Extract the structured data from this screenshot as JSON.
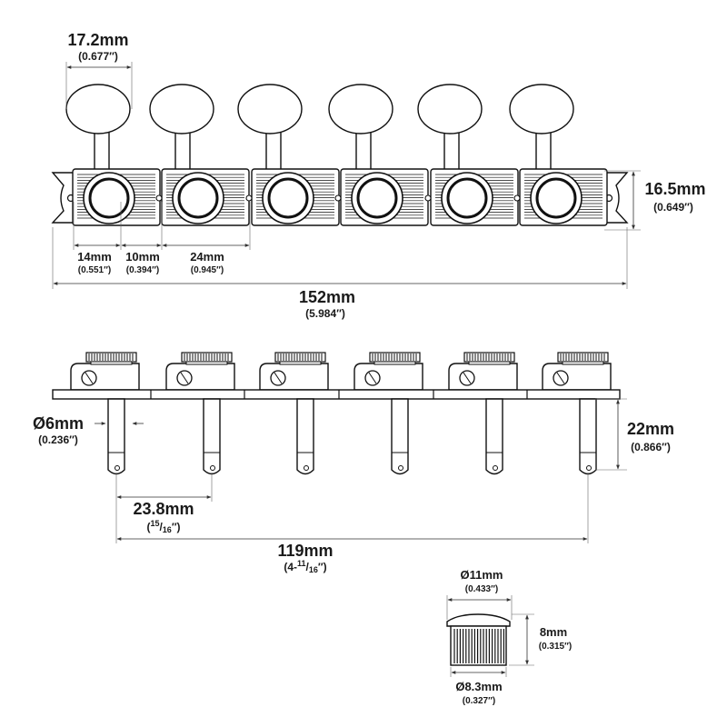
{
  "top_view": {
    "knob_width": {
      "value": "17.2mm",
      "imperial": "(0.677″)"
    },
    "plate_height": {
      "value": "16.5mm",
      "imperial": "(0.649″)"
    },
    "offset_a": {
      "value": "14mm",
      "imperial": "(0.551″)"
    },
    "offset_b": {
      "value": "10mm",
      "imperial": "(0.394″)"
    },
    "offset_c": {
      "value": "24mm",
      "imperial": "(0.945″)"
    },
    "total_length": {
      "value": "152mm",
      "imperial": "(5.984″)"
    }
  },
  "side_view": {
    "post_diameter": {
      "value": "Ø6mm",
      "imperial": "(0.236″)"
    },
    "post_height": {
      "value": "22mm",
      "imperial": "(0.866″)"
    },
    "post_spacing": {
      "value": "23.8mm",
      "imperial_open": "(",
      "imperial_num": "15",
      "imperial_slash": "/",
      "imperial_den": "16",
      "imperial_close": "″)"
    },
    "post_span": {
      "value": "119mm",
      "imperial_open": "(4-",
      "imperial_num": "11",
      "imperial_slash": "/",
      "imperial_den": "16",
      "imperial_close": "″)"
    }
  },
  "bushing": {
    "top_diameter": {
      "value": "Ø11mm",
      "imperial": "(0.433″)"
    },
    "height": {
      "value": "8mm",
      "imperial": "(0.315″)"
    },
    "bottom_diameter": {
      "value": "Ø8.3mm",
      "imperial": "(0.327″)"
    }
  }
}
